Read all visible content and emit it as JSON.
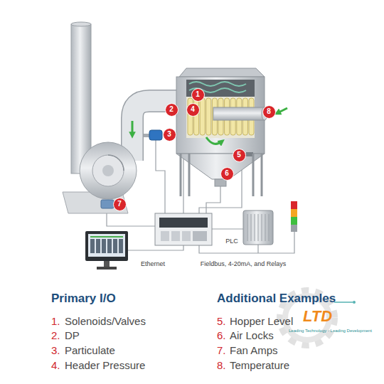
{
  "diagram": {
    "nodes": [
      {
        "text": [
          "1"
        ]
      },
      {
        "text": [
          "2"
        ]
      },
      {
        "text": [
          "3"
        ]
      },
      {
        "text": [
          "4"
        ]
      },
      {
        "text": [
          "5"
        ]
      },
      {
        "text": [
          "6"
        ]
      },
      {
        "text": [
          "7"
        ]
      },
      {
        "text": [
          "8"
        ]
      }
    ],
    "labels": [
      "Ethernet",
      "PLC",
      "Fieldbus, 4-20mA, and Relays",
      "Primary I/O",
      "1.",
      "Solenoids/Valves",
      "2.",
      "DP",
      "3.",
      "Particulate",
      "4.",
      "Header Pressure",
      "Additional Examples",
      "5.",
      "Hopper Level",
      "6.",
      "Air Locks",
      "7.",
      "Fan Amps",
      "8.",
      "Temperature",
      "LTD",
      "Leading Technology - Leading Development"
    ]
  }
}
